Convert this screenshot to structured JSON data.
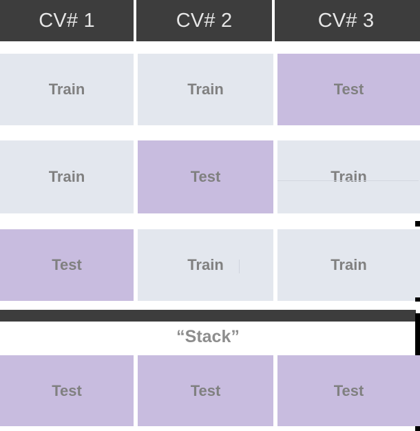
{
  "diagram": {
    "title_text": "“Stack”",
    "colors": {
      "header_background": "#3d3d3d",
      "header_text": "#e6e6e6",
      "train_fill": "#e3e7ee",
      "test_fill": "#c8bcdf",
      "cell_text": "#808080",
      "separator_bar": "#3d3d3d",
      "frame": "#000000",
      "page_background": "#ffffff"
    },
    "columns": [
      {
        "label": "CV# 1"
      },
      {
        "label": "CV# 2"
      },
      {
        "label": "CV# 3"
      }
    ],
    "folds": [
      {
        "cells": [
          {
            "label": "Train",
            "kind": "train"
          },
          {
            "label": "Train",
            "kind": "train"
          },
          {
            "label": "Test",
            "kind": "test"
          }
        ]
      },
      {
        "cells": [
          {
            "label": "Train",
            "kind": "train"
          },
          {
            "label": "Test",
            "kind": "test"
          },
          {
            "label": "Train",
            "kind": "train"
          }
        ]
      },
      {
        "cells": [
          {
            "label": "Test",
            "kind": "test"
          },
          {
            "label": "Train",
            "kind": "train"
          },
          {
            "label": "Train",
            "kind": "train"
          }
        ]
      }
    ],
    "stacked_row": {
      "cells": [
        {
          "label": "Test",
          "kind": "test"
        },
        {
          "label": "Test",
          "kind": "test"
        },
        {
          "label": "Test",
          "kind": "test"
        }
      ]
    }
  }
}
